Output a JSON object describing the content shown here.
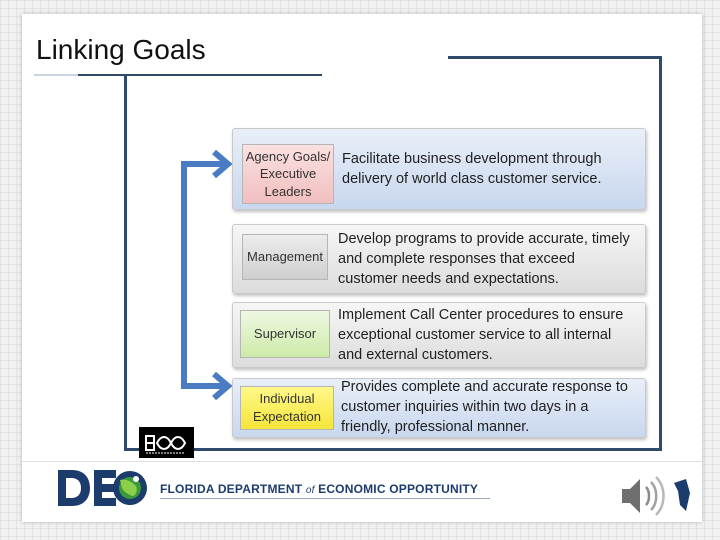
{
  "slide": {
    "title": "Linking Goals"
  },
  "rows": [
    {
      "label": "Agency Goals/ Executive Leaders",
      "description": "Facilitate business development through delivery of world class customer service."
    },
    {
      "label": "Management",
      "description": "Develop programs to provide accurate, timely and complete responses that exceed customer needs and expectations."
    },
    {
      "label": "Supervisor",
      "description": "Implement  Call Center procedures to ensure exceptional customer service to all internal and external customers."
    },
    {
      "label": "Individual Expectation",
      "description": "Provides complete and accurate response to customer inquiries within two days in a friendly, professional manner."
    }
  ],
  "footer": {
    "logo_text": "DEO",
    "dept_part1": "FLORIDA DEPARTMENT",
    "dept_of": "of",
    "dept_part2": "ECONOMIC OPPORTUNITY"
  },
  "colors": {
    "frame": "#2f4a6a",
    "arrow": "#4a7cc4",
    "agency_label": "#f1bfbf",
    "management_label": "#cfcfcf",
    "supervisor_label": "#cdeaa8",
    "individual_label": "#f5e53a"
  },
  "icons": {
    "small_logo": "exo-logo-icon",
    "audio": "speaker-icon"
  }
}
